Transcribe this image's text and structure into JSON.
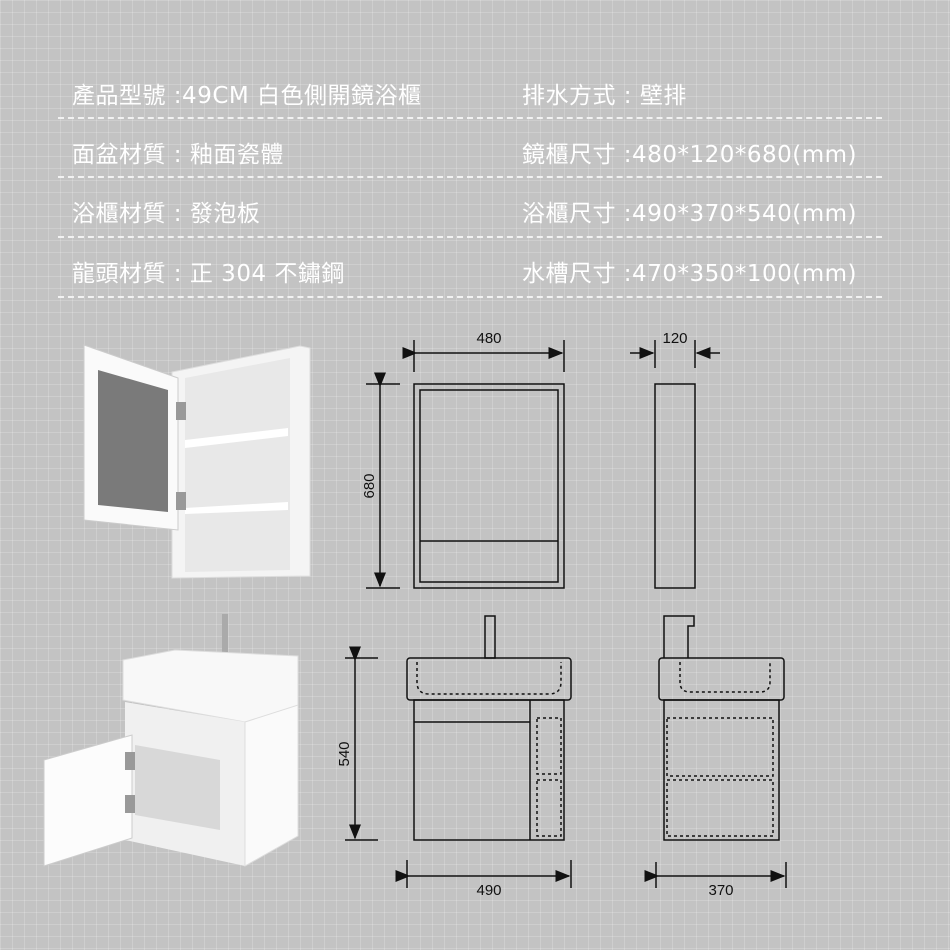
{
  "specs": [
    {
      "left": "產品型號 :49CM 白色側開鏡浴櫃",
      "right": "排水方式 : 壁排"
    },
    {
      "left": "面盆材質 : 釉面瓷體",
      "right": "鏡櫃尺寸 :480*120*680(mm)"
    },
    {
      "left": "浴櫃材質 : 發泡板",
      "right": "浴櫃尺寸 :490*370*540(mm)"
    },
    {
      "left": "龍頭材質 : 正 304 不鏽鋼",
      "right": "水槽尺寸 :470*350*100(mm)"
    }
  ],
  "dimensions": {
    "mirror_width": "480",
    "mirror_depth": "120",
    "mirror_height": "680",
    "cabinet_height": "540",
    "cabinet_width": "490",
    "cabinet_depth": "370"
  }
}
